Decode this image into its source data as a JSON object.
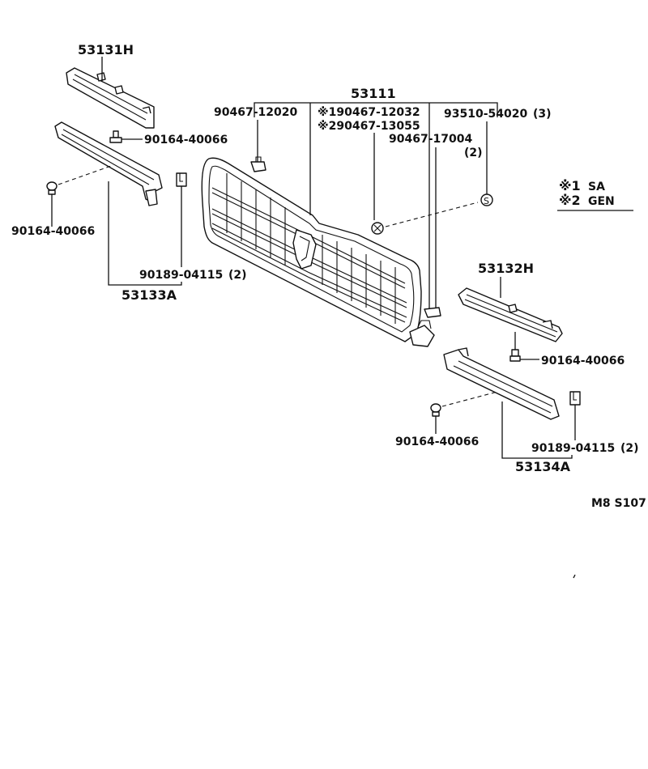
{
  "labels": {
    "p53131H": "53131H",
    "p53111": "53111",
    "p90467_12020": "90467-12020",
    "p90467_12032": "※190467-12032",
    "p90467_13055": "※290467-13055",
    "p93510": "93510-54020",
    "p93510_qty": "(3)",
    "p90467_17004": "90467-17004",
    "p90467_17004_qty": "(2)",
    "p90164_top": "90164-40066",
    "p90164_left": "90164-40066",
    "p90189_left": "90189-04115",
    "p90189_left_qty": "(2)",
    "p53133A": "53133A",
    "p53132H": "53132H",
    "p90164_right": "90164-40066",
    "p90164_bottom": "90164-40066",
    "p90189_right": "90189-04115",
    "p90189_right_qty": "(2)",
    "p53134A": "53134A",
    "ref": "M8 S107",
    "circle_s": "S"
  },
  "legend": {
    "m1_mark": "※1",
    "m1_text": "SA",
    "m2_mark": "※2",
    "m2_text": "GEN"
  },
  "colors": {
    "ink": "#111111",
    "background": "#ffffff"
  }
}
